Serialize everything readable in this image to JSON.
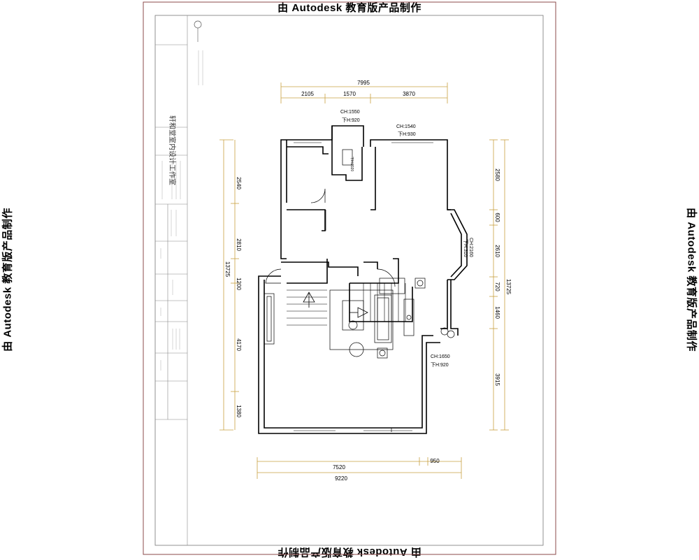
{
  "watermark": "由 Autodesk 教育版产品制作",
  "title_block": {
    "studio": "轩和堂室内设计工作室"
  },
  "dimensions": {
    "top_total": "7995",
    "top_segments": [
      "2105",
      "1570",
      "3870"
    ],
    "bottom_segments": [
      "7520",
      "950"
    ],
    "bottom_total": "9220",
    "left_total": "13725",
    "left_segments": [
      "2540",
      "2810",
      "1200",
      "4170",
      "1380"
    ],
    "right_total": "13725",
    "right_segments": [
      "2580",
      "600",
      "2610",
      "720",
      "1460",
      "3915"
    ]
  },
  "annotations": {
    "ch1": "CH:1550",
    "h1": "下H:920",
    "ch2": "CH:1540",
    "h2": "下H:930",
    "ch3": "CH:2160",
    "h3": "下H:310",
    "ch4": "CH:1650",
    "h4": "下H:920",
    "small": "下H:2020"
  },
  "colors": {
    "dimension_line": "#c8a040",
    "wall": "#000000",
    "frame": "#8b4a4a"
  }
}
